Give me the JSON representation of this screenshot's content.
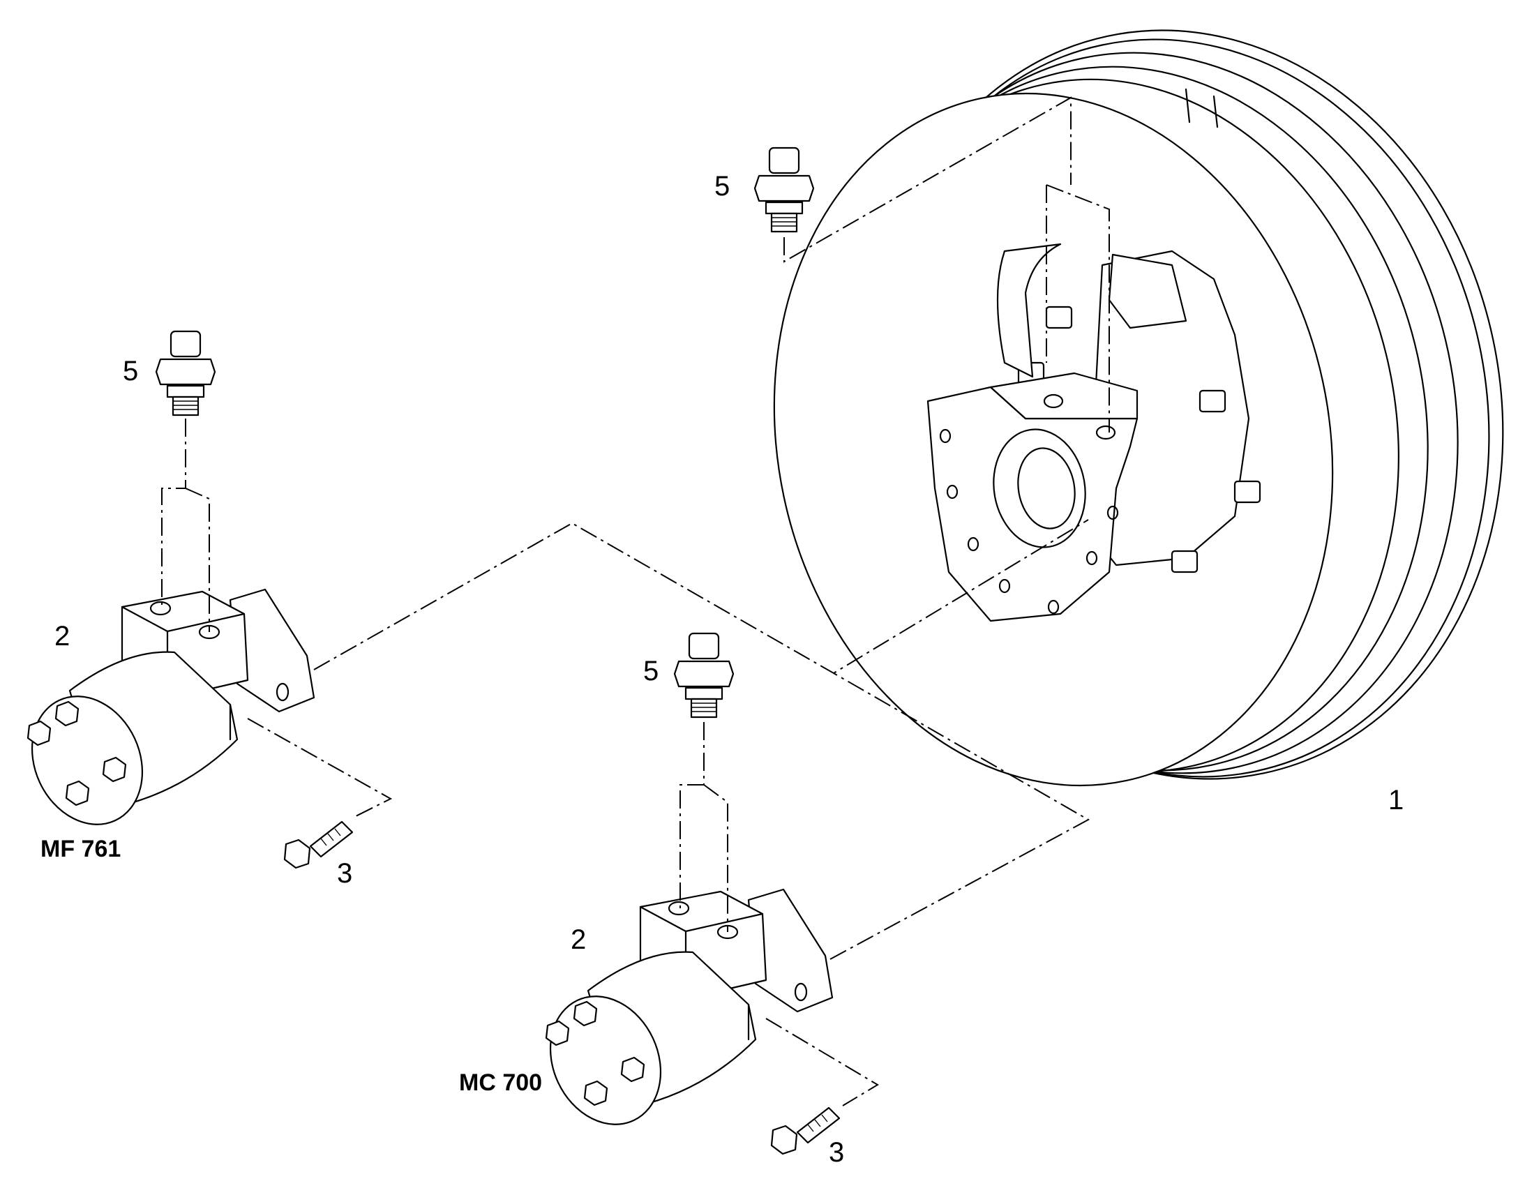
{
  "callouts": {
    "wheel": "1",
    "motor_left": "2",
    "motor_right": "2",
    "bolt_left": "3",
    "bolt_right": "3",
    "fitting_top": "5",
    "fitting_left": "5",
    "fitting_right": "5"
  },
  "models": {
    "left": "MF 761",
    "right": "MC 700"
  },
  "line_color": "#000000",
  "background": "#ffffff"
}
